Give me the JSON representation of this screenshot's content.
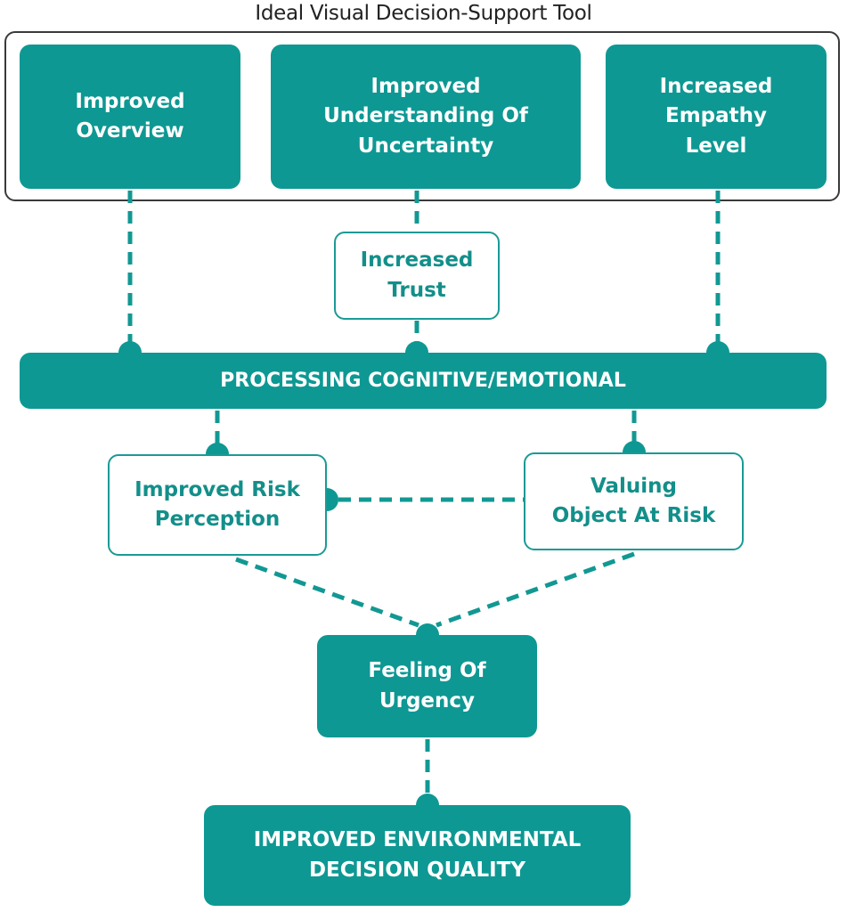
{
  "title": "Ideal Visual Decision-Support Tool",
  "colors": {
    "primary": "#0e9893",
    "frame": "#3a3a3a",
    "text_dark": "#222222"
  },
  "nodes": {
    "improved_overview": "Improved\nOverview",
    "improved_understanding": "Improved\nUnderstanding Of\nUncertainty",
    "increased_empathy": "Increased\nEmpathy\nLevel",
    "increased_trust": "Increased\nTrust",
    "processing": "PROCESSING COGNITIVE/EMOTIONAL",
    "improved_risk_perception": "Improved Risk\nPerception",
    "valuing_object": "Valuing\nObject At Risk",
    "feeling_urgency": "Feeling Of\nUrgency",
    "decision_quality": "IMPROVED ENVIRONMENTAL\nDECISION QUALITY"
  },
  "edges": [
    {
      "from": "improved_overview",
      "to": "processing"
    },
    {
      "from": "improved_understanding",
      "to": "increased_trust"
    },
    {
      "from": "increased_trust",
      "to": "processing"
    },
    {
      "from": "increased_empathy",
      "to": "processing"
    },
    {
      "from": "processing",
      "to": "improved_risk_perception"
    },
    {
      "from": "processing",
      "to": "valuing_object"
    },
    {
      "from": "valuing_object",
      "to": "improved_risk_perception"
    },
    {
      "from": "improved_risk_perception",
      "to": "feeling_urgency"
    },
    {
      "from": "valuing_object",
      "to": "feeling_urgency"
    },
    {
      "from": "feeling_urgency",
      "to": "decision_quality"
    }
  ]
}
